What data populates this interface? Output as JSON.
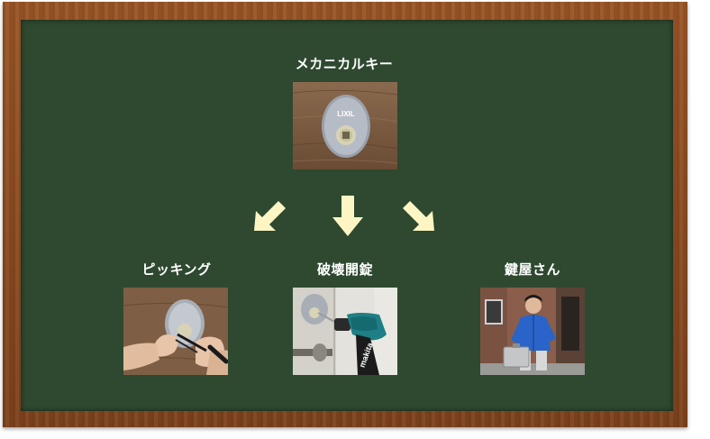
{
  "diagram": {
    "root": {
      "label": "メカニカルキー",
      "brand_text": "LIXIL"
    },
    "children": [
      {
        "label": "ピッキング"
      },
      {
        "label": "破壊開錠"
      },
      {
        "label": "鍵屋さん"
      }
    ],
    "drill_brand": "makita"
  },
  "colors": {
    "frame": "#8a4a22",
    "board": "#2e4930",
    "arrow": "#fdf6c4",
    "text": "#ffffff"
  }
}
